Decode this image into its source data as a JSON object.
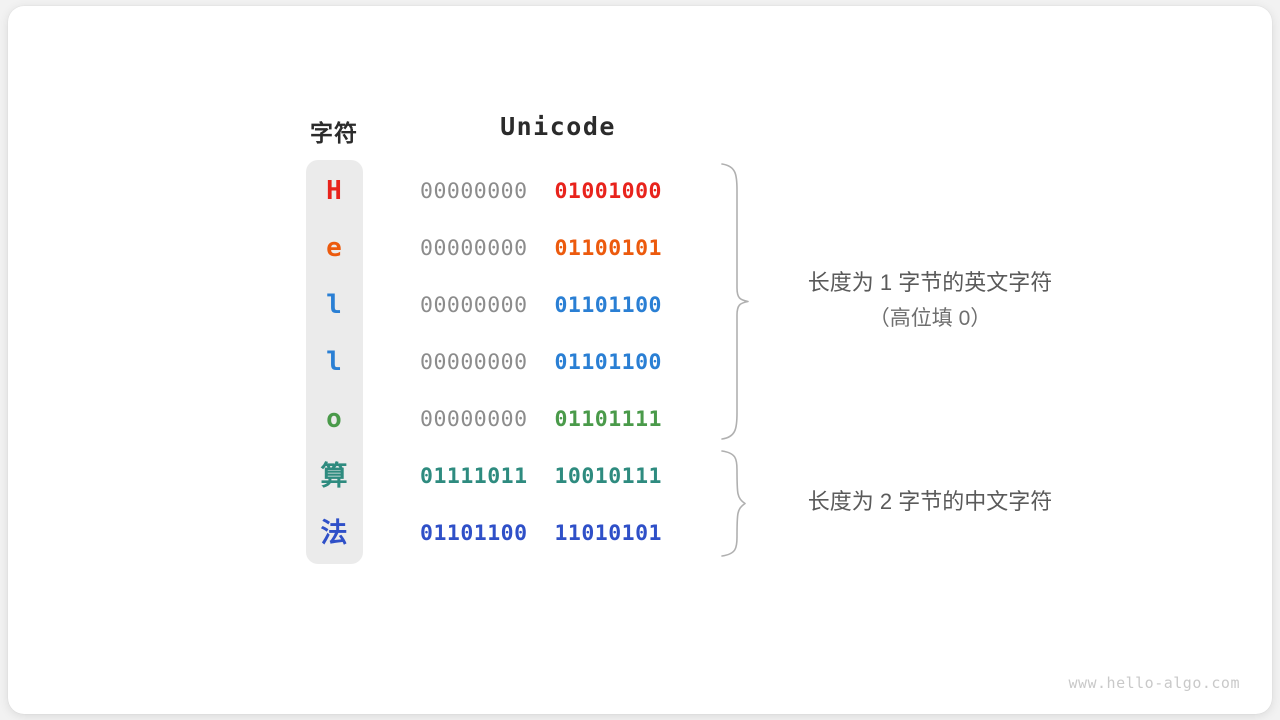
{
  "headers": {
    "character": "字符",
    "unicode": "Unicode"
  },
  "rows": [
    {
      "char": "H",
      "color": "#e8231c",
      "high_bits": "00000000",
      "low_bits": "01001000",
      "cjk": false
    },
    {
      "char": "e",
      "color": "#ec5a0d",
      "high_bits": "00000000",
      "low_bits": "01100101",
      "cjk": false
    },
    {
      "char": "l",
      "color": "#2a7fd4",
      "high_bits": "00000000",
      "low_bits": "01101100",
      "cjk": false
    },
    {
      "char": "l",
      "color": "#2a7fd4",
      "high_bits": "00000000",
      "low_bits": "01101100",
      "cjk": false
    },
    {
      "char": "o",
      "color": "#4a9a4a",
      "high_bits": "00000000",
      "low_bits": "01101111",
      "cjk": false
    },
    {
      "char": "算",
      "color": "#2e8b7f",
      "high_bits": "01111011",
      "low_bits": "10010111",
      "cjk": true
    },
    {
      "char": "法",
      "color": "#2f50c8",
      "high_bits": "01101100",
      "low_bits": "11010101",
      "cjk": true
    }
  ],
  "annotations": {
    "group_one_main": "长度为 1 字节的英文字符",
    "group_one_sub": "（高位填 0）",
    "group_two_main": "长度为 2 字节的中文字符"
  },
  "watermark": "www.hello-algo.com",
  "colors": {
    "card_background": "#ffffff",
    "page_background": "#f2f2f2",
    "char_column_background": "#ebebeb",
    "high_bits_gray": "#8c8c8c",
    "annotation_gray": "#5a5a5a",
    "brace_gray": "#b0b0b0",
    "watermark_gray": "#c9c9c9"
  }
}
